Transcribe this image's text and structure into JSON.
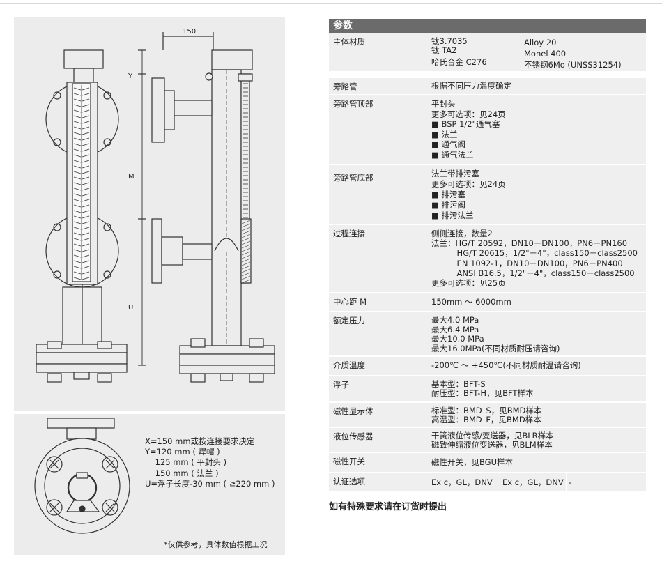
{
  "drawing": {
    "dim_top": "150",
    "dim_y": "Y",
    "dim_m": "M",
    "dim_u": "U",
    "notes": [
      "X=150 mm或按连接要求决定",
      "Y=120 mm ( 焊帽 )",
      "    125 mm ( 平封头 )",
      "    150 mm ( 法兰 )",
      "U=浮子长度-30 mm ( ≧220 mm )"
    ],
    "footnote": "*仅供参考，具体数值根据工况"
  },
  "table": {
    "header": "参数",
    "rows": [
      {
        "label": "主体材质",
        "col1": [
          "钛3.7035",
          "钛 TA2",
          "哈氏合金 C276"
        ],
        "col2": [
          "Alloy 20",
          "Monel 400",
          "不锈钢6Mo (UNSS31254)"
        ]
      },
      {
        "label": "旁路管",
        "lines": [
          "根据不同压力温度确定"
        ]
      },
      {
        "label": "旁路管顶部",
        "lines": [
          "平封头",
          "更多可选项：见24页",
          "■ BSP 1/2\"通气塞",
          "■ 法兰",
          "■ 通气阀",
          "■ 通气法兰"
        ]
      },
      {
        "label": "旁路管底部",
        "lines": [
          "法兰带排污塞",
          "更多可选项：见24页",
          "■ 排污塞",
          "■ 排污阀",
          "■ 排污法兰"
        ]
      },
      {
        "label": "过程连接",
        "lines": [
          "侧侧连接，数量2",
          "法兰：HG/T 20592，DN10－DN100，PN6－PN160",
          "          HG/T 20615，1/2\"－4\"，class150－class2500",
          "          EN 1092-1，DN10－DN100，PN6－PN400",
          "          ANSI B16.5，1/2\"－4\"，class150－class2500",
          "更多可选项：见25页"
        ]
      },
      {
        "label": "中心距 M",
        "lines": [
          "150mm ～ 6000mm"
        ]
      },
      {
        "label": "额定压力",
        "lines": [
          "最大4.0 MPa",
          "最大6.4 MPa",
          "最大10.0 MPa",
          "最大16.0MPa(不同材质耐压请咨询)"
        ]
      },
      {
        "label": "介质温度",
        "lines": [
          "-200℃ ～ +450℃(不同材质耐温请咨询)"
        ]
      },
      {
        "label": "浮子",
        "lines": [
          "基本型：BFT-S",
          "耐压型：BFT-H，见BFT样本"
        ]
      },
      {
        "label": "磁性显示体",
        "lines": [
          "标准型：BMD–S，见BMD样本",
          "高温型：BMD–F，见BMD样本"
        ]
      },
      {
        "label": "液位传感器",
        "lines": [
          "干簧液位传感/变送器，见BLR样本",
          "磁致伸缩液位变送器，见BLM样本"
        ]
      },
      {
        "label": "磁性开关",
        "lines": [
          "磁性开关，见BGU样本"
        ]
      },
      {
        "label": "认证选项",
        "cells": [
          "Ex c，GL，DNV",
          "Ex c，GL，DNV",
          "-"
        ]
      }
    ],
    "bottom_note": "如有特殊要求请在订货时提出"
  }
}
